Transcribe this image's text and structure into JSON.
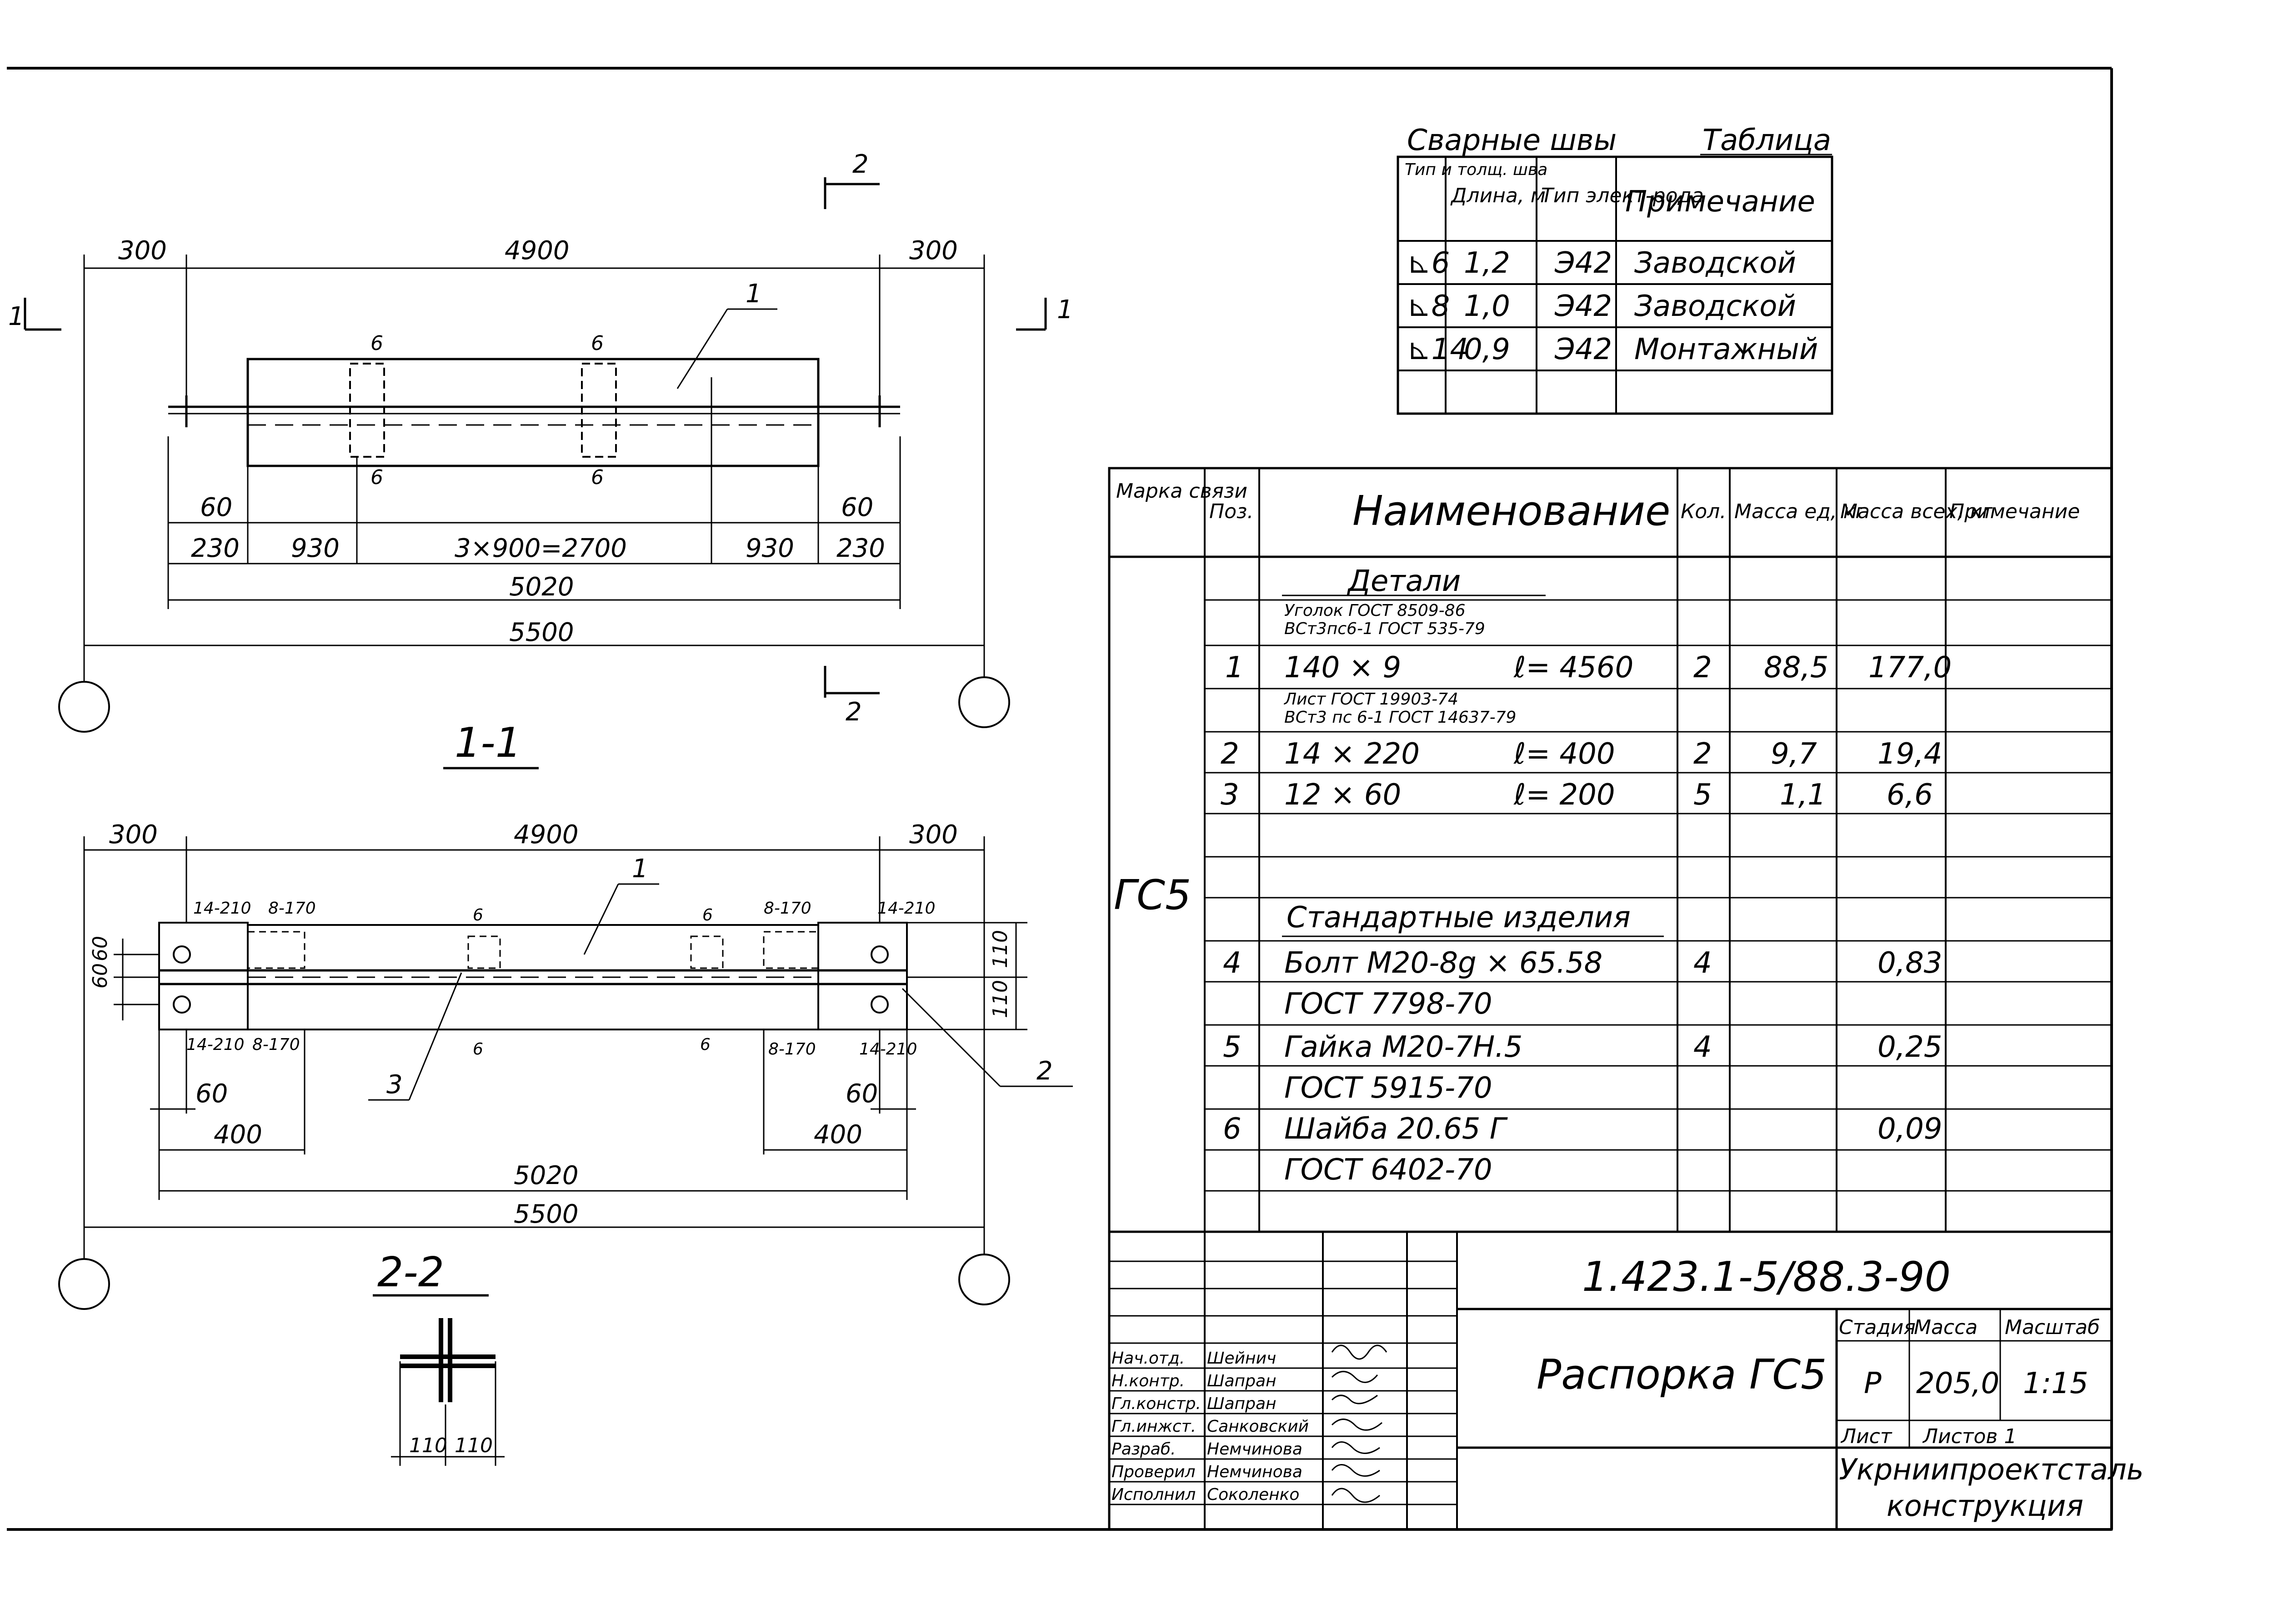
{
  "weld_table": {
    "caption_left": "Сварные швы",
    "caption_right": "Таблица",
    "headers": [
      "Тип и толщ. шва",
      "Длина, м",
      "Тип элект-рода",
      "Примечание"
    ],
    "rows": [
      [
        "⊾6",
        "1,2",
        "Э42",
        "Заводской"
      ],
      [
        "⊾8",
        "1,0",
        "Э42",
        "Заводской"
      ],
      [
        "⊾14",
        "0,9",
        "Э42",
        "Монтажный"
      ]
    ]
  },
  "view_top": {
    "section_mark_left": "1",
    "section_mark_right": "1",
    "section_mark_top": "2",
    "section_mark_bottom": "2",
    "dims_top": [
      "300",
      "4900",
      "300"
    ],
    "dims_bottom": [
      "60",
      "230",
      "930",
      "3×900=2700",
      "930",
      "60",
      "230"
    ],
    "total_inner": "5020",
    "total_outer": "5500",
    "weld_marks": [
      "6",
      "6",
      "6",
      "6"
    ],
    "pos_label": "1",
    "title": "1-1"
  },
  "view_bottom": {
    "dims_top": [
      "300",
      "4900",
      "300"
    ],
    "weld_labels": [
      "14-210",
      "8-170",
      "6",
      "6",
      "8-170",
      "14-210",
      "14-210",
      "8-170",
      "6",
      "6",
      "8-170",
      "14-210"
    ],
    "side_dims_left": [
      "60",
      "60"
    ],
    "side_dims_right": [
      "110",
      "110"
    ],
    "dims_bottom": [
      "60",
      "400",
      "60",
      "400"
    ],
    "total_inner": "5020",
    "total_outer": "5500",
    "pos_labels": [
      "1",
      "3",
      "2"
    ],
    "title": "2-2"
  },
  "section_profile": {
    "dims": [
      "110",
      "110"
    ]
  },
  "spec_table": {
    "headers": [
      "Марка связи",
      "Поз.",
      "Наименование",
      "Кол.",
      "Масса ед, кг",
      "Масса всех, кг",
      "Примечание"
    ],
    "mark": "ГС5",
    "section_details": "Детали",
    "section_standard": "Стандартные изделия",
    "rows": [
      {
        "pos": "",
        "name": "Уголок ГОСТ 8509-86",
        "name2": "ВСт3пс6-1 ГОСТ 535-79",
        "len": "",
        "qty": "",
        "mass": "",
        "total": ""
      },
      {
        "pos": "1",
        "name": "140 × 9",
        "name2": "",
        "len": "ℓ= 4560",
        "qty": "2",
        "mass": "88,5",
        "total": "177,0"
      },
      {
        "pos": "",
        "name": "Лист ГОСТ 19903-74",
        "name2": "ВСт3 пс 6-1 ГОСТ 14637-79",
        "len": "",
        "qty": "",
        "mass": "",
        "total": ""
      },
      {
        "pos": "2",
        "name": "14 × 220",
        "name2": "",
        "len": "ℓ= 400",
        "qty": "2",
        "mass": "9,7",
        "total": "19,4"
      },
      {
        "pos": "3",
        "name": "12 × 60",
        "name2": "",
        "len": "ℓ= 200",
        "qty": "5",
        "mass": "1,1",
        "total": "6,6"
      },
      {
        "pos": "4",
        "name": "Болт М20-8g × 65.58",
        "name2": "ГОСТ 7798-70",
        "len": "",
        "qty": "4",
        "mass": "",
        "total": "0,83"
      },
      {
        "pos": "5",
        "name": "Гайка М20-7Н.5",
        "name2": "ГОСТ 5915-70",
        "len": "",
        "qty": "4",
        "mass": "",
        "total": "0,25"
      },
      {
        "pos": "6",
        "name": "Шайба 20.65 Г",
        "name2": "ГОСТ 6402-70",
        "len": "",
        "qty": "",
        "mass": "",
        "total": "0,09"
      }
    ]
  },
  "title_block": {
    "doc_code": "1.423.1-5/88.3-90",
    "title": "Распорка ГС5",
    "stage_label": "Стадия",
    "mass_label": "Масса",
    "scale_label": "Масштаб",
    "stage": "Р",
    "mass": "205,0",
    "scale": "1:15",
    "sheet_label": "Лист",
    "sheets_label": "Листов 1",
    "org_line1": "Укрниипроектсталь",
    "org_line2": "конструкция",
    "signatures": [
      {
        "role": "Нач.отд.",
        "name": "Шейнич"
      },
      {
        "role": "Н.контр.",
        "name": "Шапран"
      },
      {
        "role": "Гл.констр.",
        "name": "Шапран"
      },
      {
        "role": "Гл.инжст.",
        "name": "Санковский"
      },
      {
        "role": "Разраб.",
        "name": "Немчинова"
      },
      {
        "role": "Проверил",
        "name": "Немчинова"
      },
      {
        "role": "Исполнил",
        "name": "Соколенко"
      }
    ]
  }
}
